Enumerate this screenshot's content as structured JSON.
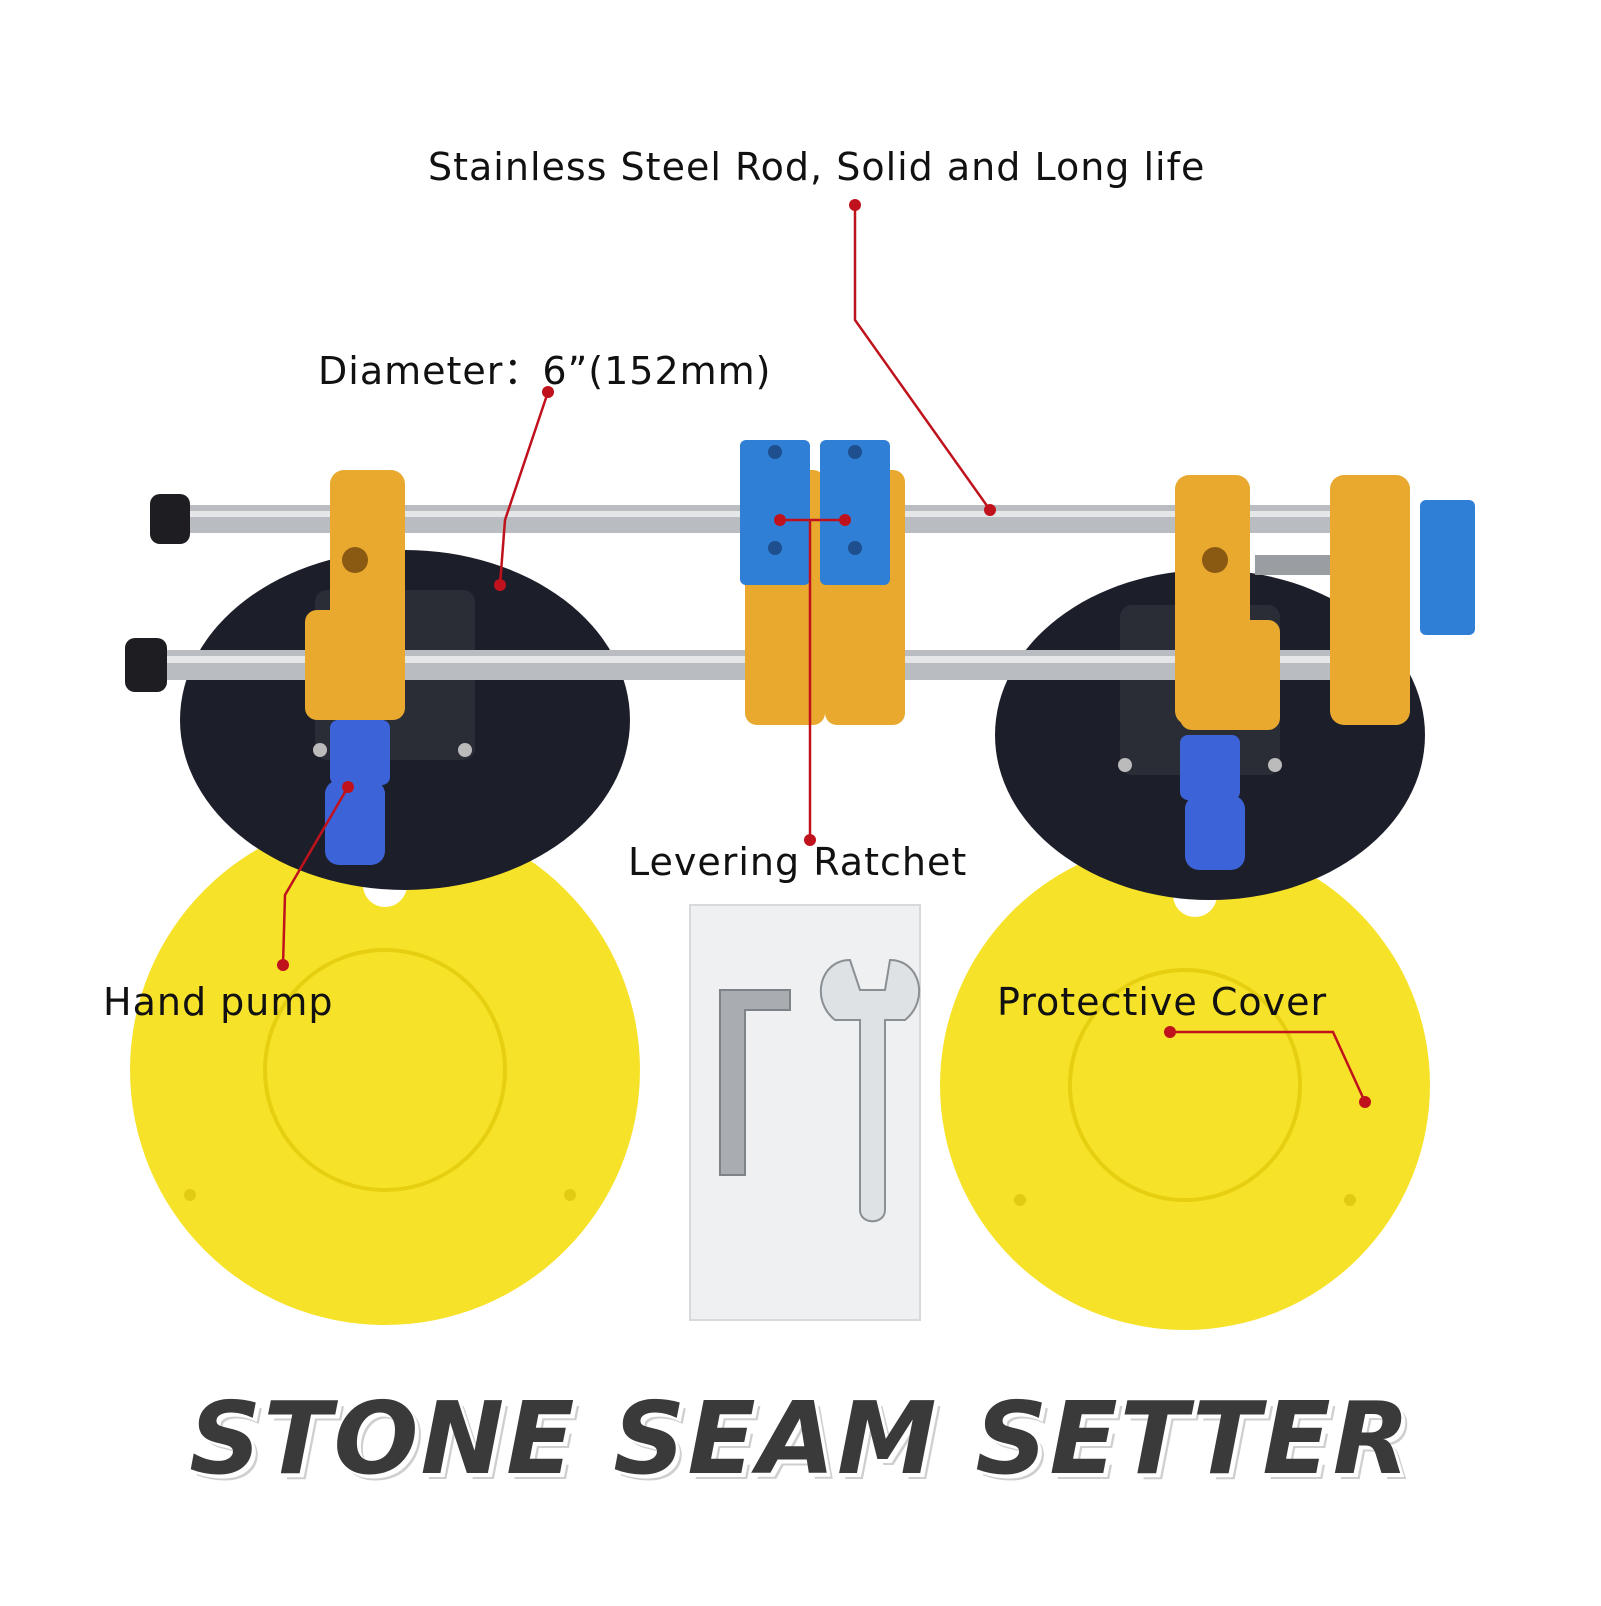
{
  "callouts": {
    "rod": "Stainless Steel Rod, Solid and Long life",
    "diameter": "Diameter：6”(152mm)",
    "ratchet": "Levering Ratchet",
    "pump": "Hand pump",
    "cover": "Protective Cover"
  },
  "title": "STONE SEAM SETTER",
  "colors": {
    "aluminum_gold": "#e8a92e",
    "block_blue": "#2f7fd6",
    "cup_black": "#1c1e2a",
    "cover_yellow": "#f7e22a",
    "pointer_red": "#c0121c",
    "title_gray": "#3a3a3a"
  }
}
